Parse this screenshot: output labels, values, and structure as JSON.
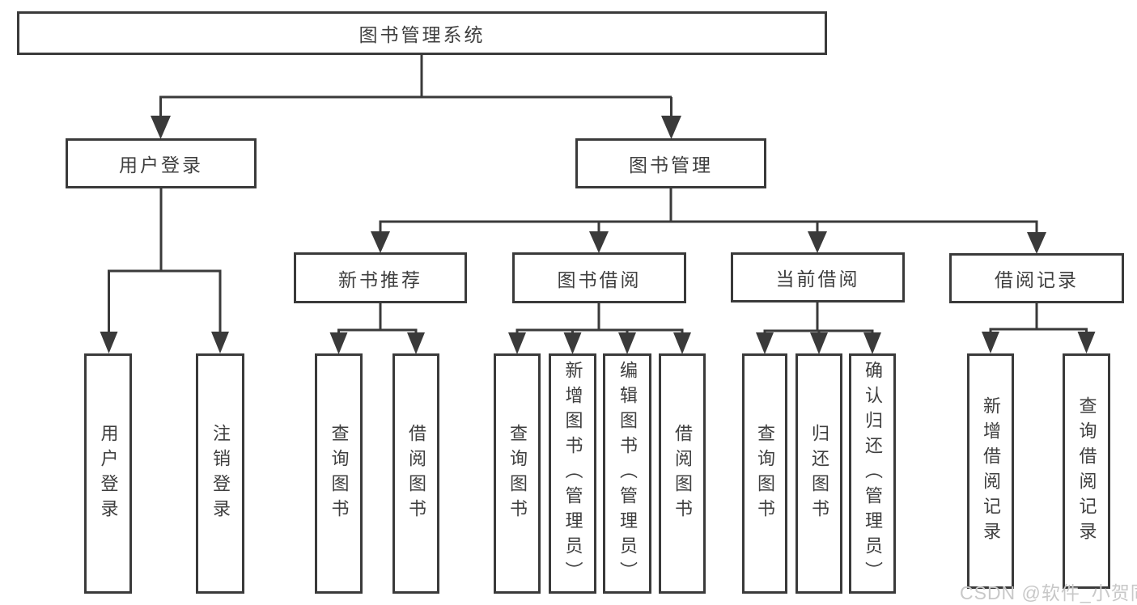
{
  "diagram": {
    "type": "hierarchy-tree",
    "title": "图书管理系统"
  },
  "nodes": {
    "root": "图书管理系统",
    "level2": [
      "用户登录",
      "图书管理"
    ],
    "level3": [
      "新书推荐",
      "图书借阅",
      "当前借阅",
      "借阅记录"
    ],
    "leaves": {
      "login": [
        "用户登录",
        "注销登录"
      ],
      "newbook": [
        "查询图书",
        "借阅图书"
      ],
      "borrow": [
        "查询图书",
        "新增图书（管理员）",
        "编辑图书（管理员）",
        "借阅图书"
      ],
      "current": [
        "查询图书",
        "归还图书",
        "确认归还（管理员）"
      ],
      "records": [
        "新增借阅记录",
        "查询借阅记录"
      ]
    }
  },
  "watermark": {
    "text": "CSDN @软件_小贺同学"
  },
  "colors": {
    "line": "#3a3a3a",
    "node_border": "#3a3a3a",
    "node_text": "#3f3f3f",
    "background": "#ffffff",
    "watermark": "#c8c8c8"
  }
}
